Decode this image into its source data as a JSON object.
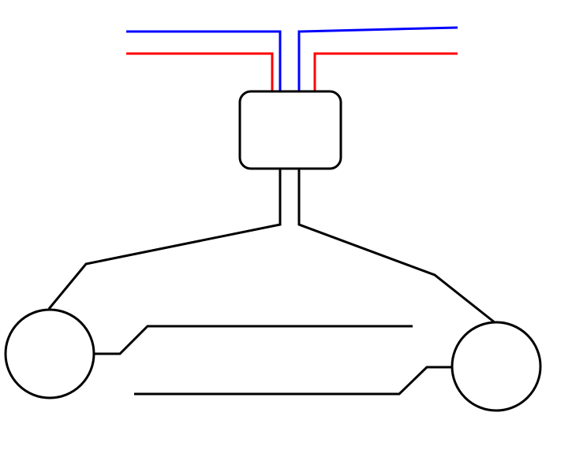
{
  "diagram": {
    "colors": {
      "background": "#ffffff",
      "outline": "#000000",
      "blue_line": "#0000ff",
      "red_line": "#ff0000"
    },
    "shapes": {
      "central_box": "rounded-rectangle",
      "left_node": "circle",
      "right_node": "circle"
    },
    "labels": []
  }
}
